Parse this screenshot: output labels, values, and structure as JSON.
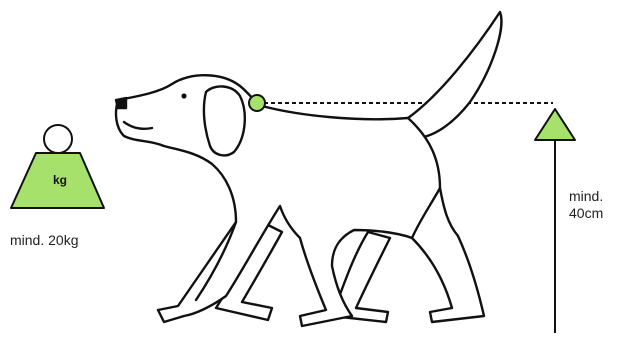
{
  "weight": {
    "unit_label": "kg",
    "caption": "mind. 20kg"
  },
  "height": {
    "caption": "mind. 40cm"
  },
  "colors": {
    "accent": "#A6E16C",
    "outline": "#111111",
    "background": "#FFFFFF"
  },
  "icons": {
    "weight": "kettlebell-weight-icon",
    "dog": "dog-outline-illustration",
    "height_marker": "triangle-arrow-icon"
  }
}
